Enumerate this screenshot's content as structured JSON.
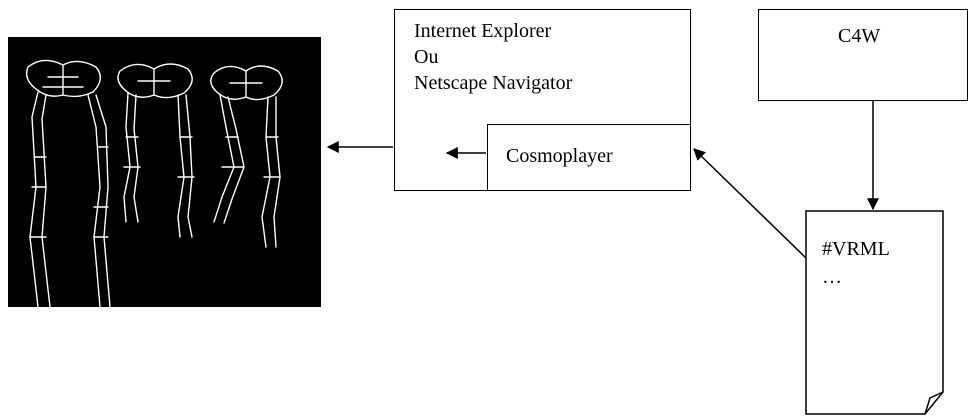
{
  "browser_box": {
    "lines": [
      "Internet Explorer",
      "Ou",
      "Netscape Navigator"
    ]
  },
  "plugin_box": {
    "label": "Cosmoplayer"
  },
  "authoring_box": {
    "label": "C4W"
  },
  "document": {
    "lines": [
      "#VRML",
      "…"
    ]
  },
  "rendered_image": {
    "description_icon": "skeleton-legs-wireframe",
    "background": "#000000",
    "line_color": "#ffffff"
  }
}
